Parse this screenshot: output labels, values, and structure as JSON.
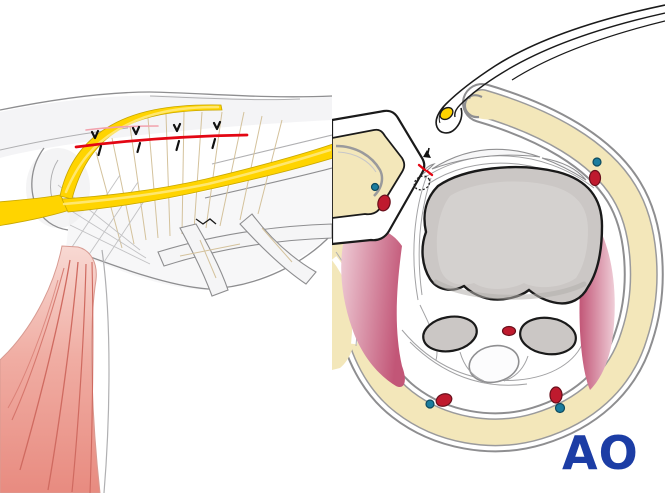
{
  "figure": {
    "type": "medical-illustration",
    "panels": [
      {
        "id": "lateral-view-illustration",
        "elements": [
          "nerve-branches",
          "incision-line",
          "suture-tick-marks",
          "faint-incision-line",
          "fascia-fibers",
          "tendon-bands",
          "muscle-belly"
        ]
      },
      {
        "id": "cross-section-illustration",
        "elements": [
          "retractor-instrument",
          "retracted-nerve",
          "skin-flap",
          "subcutaneous-fat-layer",
          "arteries",
          "veins",
          "bone-cross-section",
          "carpal-tendons",
          "muscles",
          "release-incision-mark"
        ]
      }
    ]
  },
  "footer": {
    "logo_text": "AO"
  },
  "colors": {
    "nerve": "#ffd400",
    "nerve_edge": "#c7a600",
    "nerve_light": "#ffe97a",
    "incision": "#e30613",
    "incision_faint": "#f2a2ad",
    "artery": "#bf1a2e",
    "artery_edge": "#69101c",
    "vein": "#1b7d9e",
    "vein_edge": "#0e4a5e",
    "fat": "#f3e7ba",
    "bone": "#cbc7c5",
    "bone_inner": "#d6d2d0",
    "bone_shadow": "#b3aeab",
    "muscle_light": "#f2c3bb",
    "muscle_deep": "#e88b80",
    "muscle_stria": "#cf6a60",
    "cross_muscle": "#c25677",
    "cross_muscle_light": "#efcdd7",
    "ink": "#1a1a1a",
    "outline": "#8e8e90",
    "outline_light": "#b0b0b2",
    "fiber": "#d4c29c",
    "tissue": "#f2f2f4",
    "band": "#f5f5f6",
    "logo_blue": "#1c3da5"
  }
}
